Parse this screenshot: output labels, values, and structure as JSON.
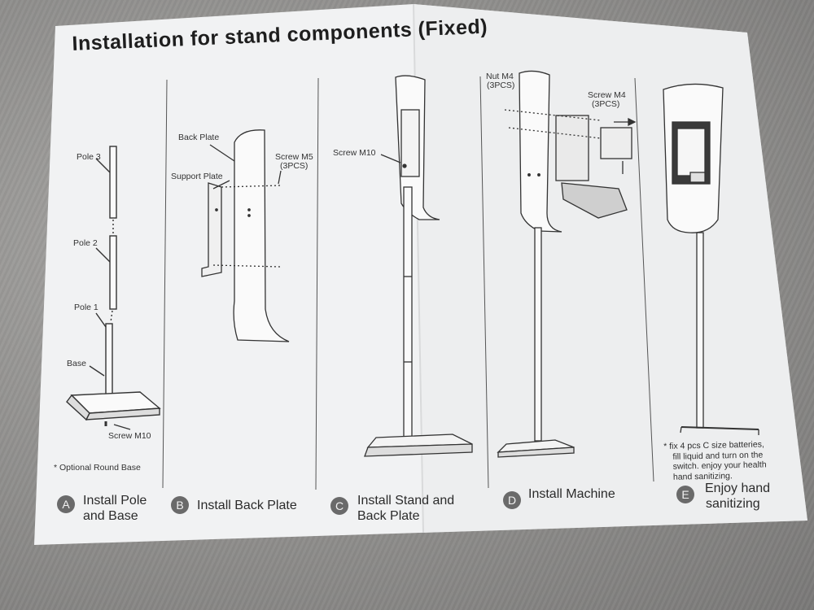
{
  "title": "Installation for stand components (Fixed)",
  "steps": [
    {
      "letter": "A",
      "name_line1": "Install Pole",
      "name_line2": "and Base"
    },
    {
      "letter": "B",
      "name_line1": "Install Back Plate",
      "name_line2": ""
    },
    {
      "letter": "C",
      "name_line1": "Install Stand and",
      "name_line2": "Back Plate"
    },
    {
      "letter": "D",
      "name_line1": "Install Machine",
      "name_line2": ""
    },
    {
      "letter": "E",
      "name_line1": "Enjoy hand",
      "name_line2": "sanitizing"
    }
  ],
  "labels": {
    "pole3": "Pole 3",
    "pole2": "Pole 2",
    "pole1": "Pole 1",
    "base": "Base",
    "screw_m10_a": "Screw M10",
    "optional_round_base": "* Optional Round Base",
    "back_plate": "Back Plate",
    "support_plate": "Support Plate",
    "screw_m5": "Screw M5",
    "screw_m5_qty": "(3PCS)",
    "screw_m10_c": "Screw M10",
    "nut_m4": "Nut M4",
    "nut_m4_qty": "(3PCS)",
    "screw_m4": "Screw M4",
    "screw_m4_qty": "(3PCS)"
  },
  "note": {
    "line1": "* fix 4 pcs  C size batteries,",
    "line2": "fill liquid and turn on the",
    "line3": "switch. enjoy your health",
    "line4": "hand sanitizing."
  },
  "colors": {
    "paper": "#f2f3f4",
    "ink": "#2a2a2a",
    "fabric": "#8f8e8c",
    "circle": "#6a6a6a"
  }
}
